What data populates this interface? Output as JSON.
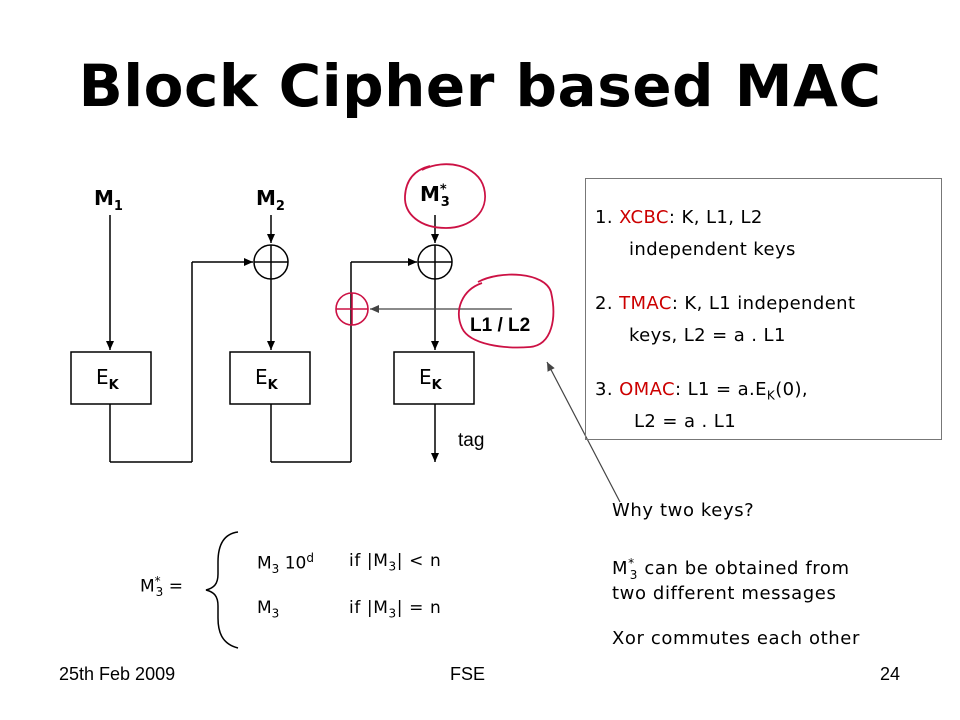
{
  "title": "Block Cipher based MAC",
  "diagram": {
    "m1": "M",
    "m1_sub": "1",
    "m2": "M",
    "m2_sub": "2",
    "m3": "M",
    "m3_sup": "*",
    "m3_sub": "3",
    "ek": "E",
    "ek_sub": "K",
    "l_label": "L1 / L2",
    "tag": "tag"
  },
  "info_box": {
    "items": [
      {
        "num": "1.",
        "name": "XCBC",
        "line1_rest": ":  K, L1, L2",
        "line2": "independent keys"
      },
      {
        "num": "2.",
        "name": "TMAC",
        "line1_rest": ": K, L1 independent",
        "line2": "keys, L2 = a . L1"
      },
      {
        "num": "3.",
        "name": "OMAC",
        "line1_pre": ": L1 = a.E",
        "line1_sub": "K",
        "line1_post": "(0),",
        "line2": "L2 = a . L1"
      }
    ],
    "accent_color": "#cc0000"
  },
  "notes": {
    "question": "Why two keys?",
    "m3_prefix": "M",
    "m3_sup": "*",
    "m3_sub": "3",
    "line1_rest": " can be obtained from",
    "line2": "two different messages",
    "line3": "Xor commutes each other"
  },
  "formula": {
    "lhs": "M",
    "lhs_sup": "*",
    "lhs_sub": "3",
    "lhs_eq": " =",
    "case1_m": "M",
    "case1_sub": "3",
    "case1_pad": " 10",
    "case1_sup": "d",
    "case1_cond_pre": "if  |M",
    "case1_cond_sub": "3",
    "case1_cond_post": "| < n",
    "case2_m": "M",
    "case2_sub": "3",
    "case2_cond_pre": "if  |M",
    "case2_cond_sub": "3",
    "case2_cond_post": "| = n"
  },
  "footer": {
    "date": "25th Feb 2009",
    "center": "FSE",
    "page": "24"
  },
  "annotation_color": "#cc1144"
}
